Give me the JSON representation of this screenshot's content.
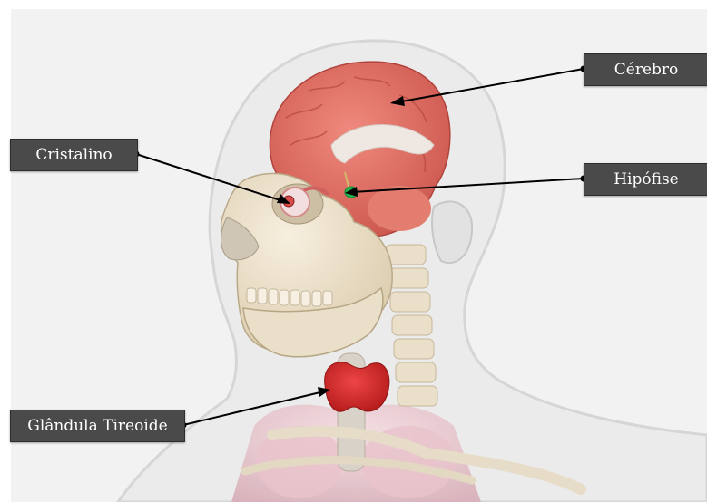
{
  "labels": {
    "cerebro": "Cérebro",
    "hipofise": "Hipófise",
    "cristalino": "Cristalino",
    "tireoide": "Glândula Tireoide"
  },
  "colors": {
    "background": "#f2f2f2",
    "label_box": "#4a4a4a",
    "label_text": "#ffffff",
    "leader_line": "#000000",
    "brain": "#d9665c",
    "pituitary": "#22b24c",
    "thyroid": "#d42b2b",
    "bone": "#e8dcc4",
    "skin_silhouette": "#e2e2e2"
  }
}
